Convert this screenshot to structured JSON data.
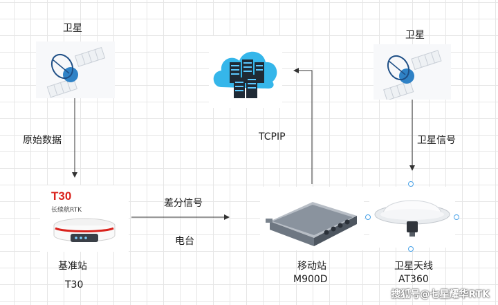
{
  "satellite_left": {
    "label": "卫星"
  },
  "satellite_right": {
    "label": "卫星"
  },
  "server": {
    "link_label": "TCPIP"
  },
  "base_station": {
    "label": "基准站",
    "model": "T30",
    "product_title": "T30",
    "product_subtitle": "长续航RTK"
  },
  "mobile_station": {
    "label": "移动站",
    "model": "M900D"
  },
  "antenna": {
    "label": "卫星天线",
    "model": "AT360"
  },
  "edges": {
    "raw_data": "原始数据",
    "satellite_signal": "卫星信号",
    "diff_signal": "差分信号",
    "radio": "电台"
  },
  "watermark": "搜狐号@七星耀华RTK",
  "colors": {
    "accent_red": "#d9221c",
    "cloud_blue": "#35b6ea",
    "grid": "#e6e6e6",
    "arrow": "#333333"
  }
}
